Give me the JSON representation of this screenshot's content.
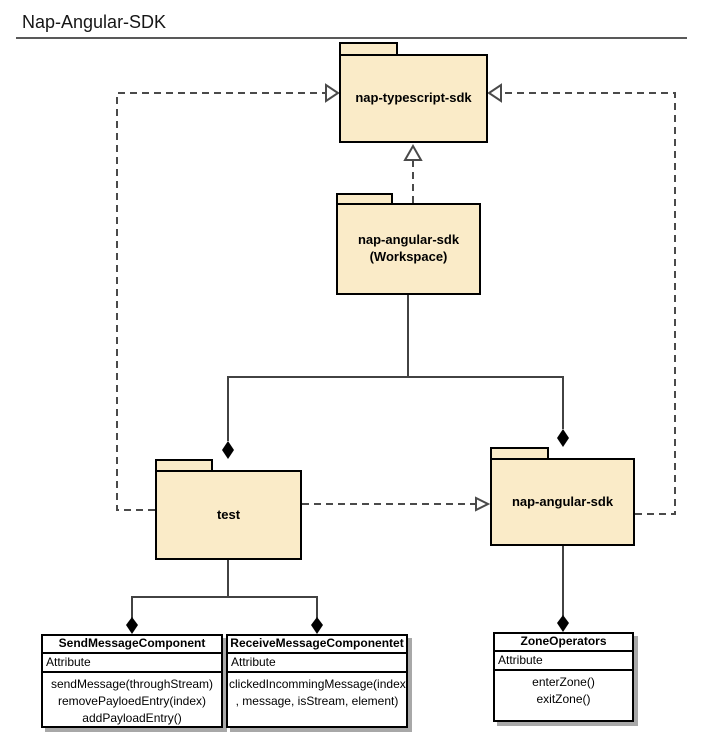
{
  "title": "Nap-Angular-SDK",
  "colors": {
    "background": "#FFFFFF",
    "package_fill": "#FAEBC8",
    "node_border": "#000000",
    "edge_line": "#4A4A4A",
    "class_fill": "#FFFFFF",
    "class_shadow": "#A8A8A8",
    "title_rule": "#595959"
  },
  "packages": {
    "typescript_sdk": {
      "label": "nap-typescript-sdk"
    },
    "workspace": {
      "label_line1": "nap-angular-sdk",
      "label_line2": "(Workspace)"
    },
    "test": {
      "label": "test"
    },
    "angular_sdk": {
      "label": "nap-angular-sdk"
    }
  },
  "classes": {
    "send_message": {
      "name": "SendMessageComponent",
      "attribute_label": "Attribute",
      "methods": [
        "sendMessage(throughStream)",
        "removePayloedEntry(index)",
        "addPayloadEntry()"
      ]
    },
    "receive_message": {
      "name": "ReceiveMessageComponentet",
      "attribute_label": "Attribute",
      "methods": [
        "clickedIncommingMessage(index",
        ", message, isStream, element)"
      ]
    },
    "zone_operators": {
      "name": "ZoneOperators",
      "attribute_label": "Attribute",
      "methods": [
        "enterZone()",
        "exitZone()"
      ]
    }
  },
  "edges": [
    {
      "from": "test",
      "to": "nap-typescript-sdk",
      "type": "dashed-dependency-open-arrow"
    },
    {
      "from": "nap-angular-sdk (Workspace)",
      "to": "nap-typescript-sdk",
      "type": "dashed-generalization-open-arrow"
    },
    {
      "from": "test",
      "to": "nap-angular-sdk",
      "type": "dashed-dependency-open-arrow"
    },
    {
      "from": "nap-angular-sdk",
      "to": "nap-typescript-sdk",
      "type": "dashed-dependency-open-arrow"
    },
    {
      "from": "nap-angular-sdk (Workspace)",
      "to": "test",
      "type": "composition-filled-diamond"
    },
    {
      "from": "nap-angular-sdk (Workspace)",
      "to": "nap-angular-sdk",
      "type": "composition-filled-diamond"
    },
    {
      "from": "test",
      "to": "SendMessageComponent",
      "type": "composition-filled-diamond"
    },
    {
      "from": "test",
      "to": "ReceiveMessageComponentet",
      "type": "composition-filled-diamond"
    },
    {
      "from": "nap-angular-sdk",
      "to": "ZoneOperators",
      "type": "composition-filled-diamond"
    }
  ]
}
